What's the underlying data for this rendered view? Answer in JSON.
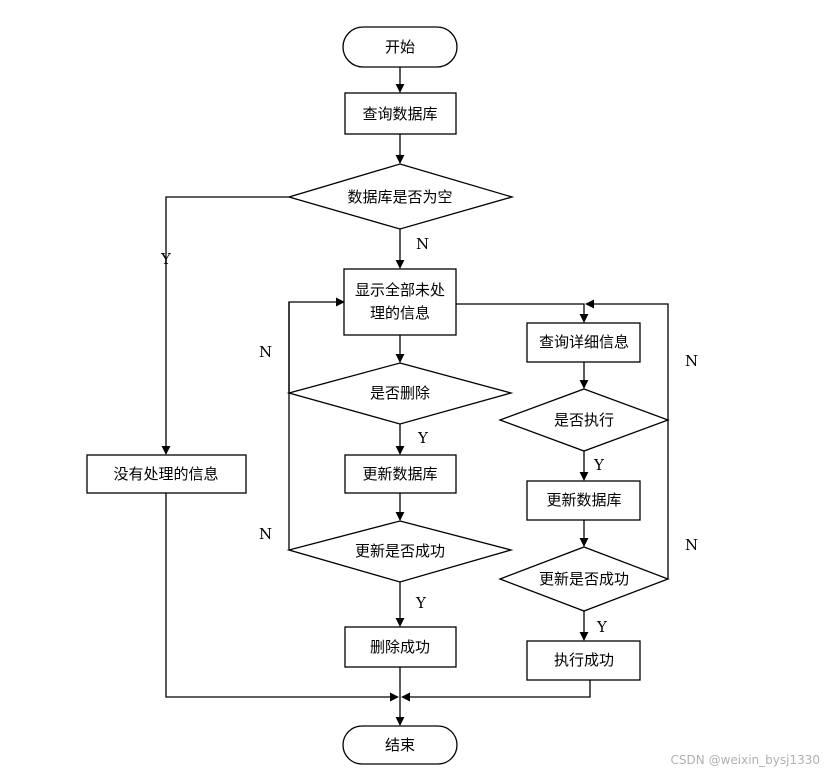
{
  "nodes": {
    "start": "开始",
    "query_db": "查询数据库",
    "db_empty": "数据库是否为空",
    "show_unprocessed_1": "显示全部未处",
    "show_unprocessed_2": "理的信息",
    "no_unprocessed": "没有处理的信息",
    "is_delete": "是否删除",
    "update_db_left": "更新数据库",
    "update_ok_left": "更新是否成功",
    "delete_ok": "删除成功",
    "query_detail": "查询详细信息",
    "is_execute": "是否执行",
    "update_db_right": "更新数据库",
    "update_ok_right": "更新是否成功",
    "execute_ok": "执行成功",
    "end": "结束"
  },
  "labels": {
    "yes": "Y",
    "no": "N"
  },
  "watermark": "CSDN @weixin_bysj1330"
}
